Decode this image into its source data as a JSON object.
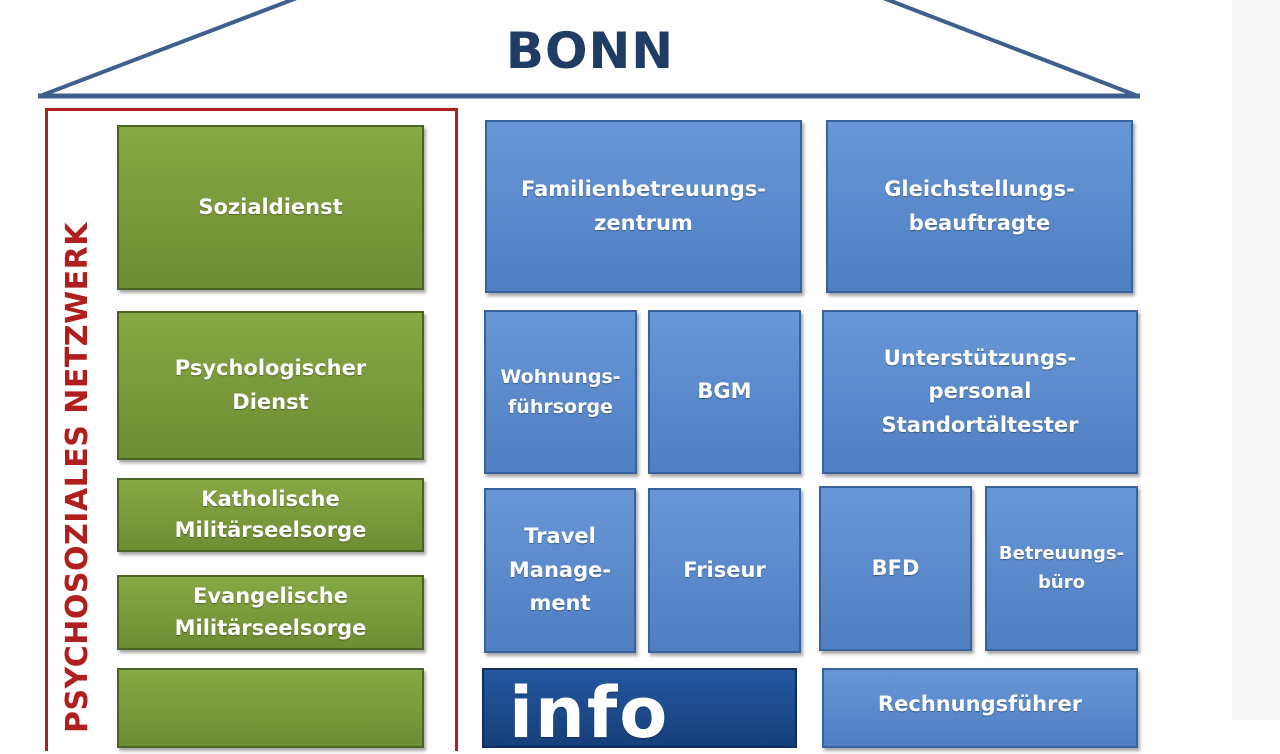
{
  "title": "BONN",
  "network_label": "PSYCHOSOZIALES NETZWERK",
  "green": [
    "Sozialdienst",
    "Psychologischer\nDienst",
    "Katholische\nMilitärseelsorge",
    "Evangelische\nMilitärseelsorge"
  ],
  "blue": {
    "familien": "Familienbetreuungs-\nzentrum",
    "gleich": "Gleichstellungs-\nbeauftragte",
    "wohnung": "Wohnungs-\nführsorge",
    "bgm": "BGM",
    "unterst": "Unterstützungs-\npersonal\nStandortältester",
    "travel": "Travel\nManage-\nment",
    "friseur": "Friseur",
    "bfd": "BFD",
    "betreuung": "Betreuungs-\nbüro",
    "info": "info",
    "rechnung": "Rechnungsführer"
  }
}
